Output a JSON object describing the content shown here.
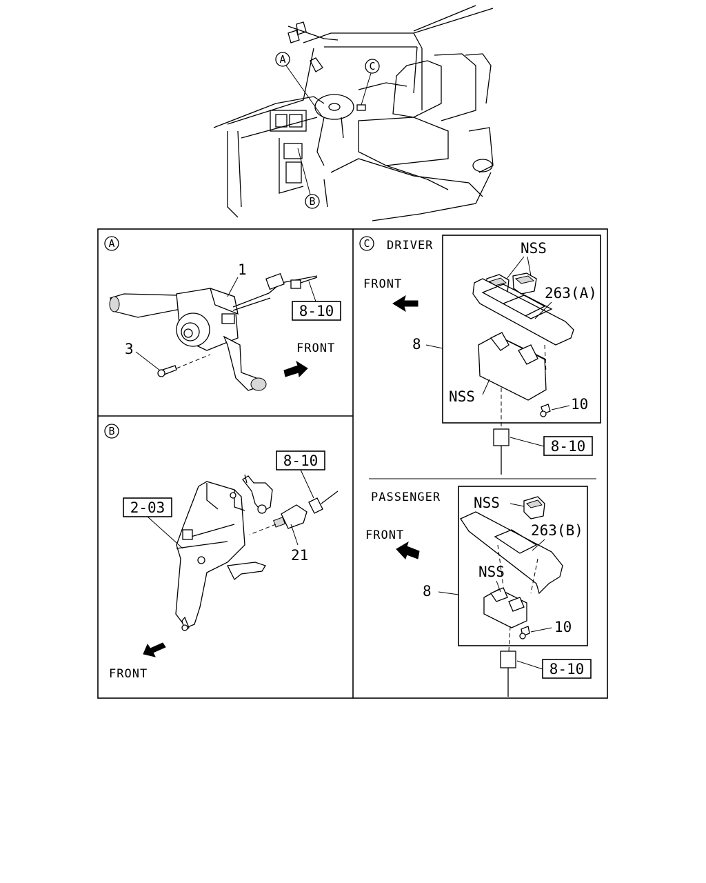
{
  "overview": {
    "callouts": [
      "A",
      "B",
      "C"
    ]
  },
  "panel_a": {
    "circle_label": "A",
    "part_1": "1",
    "part_3": "3",
    "ref_box": "8-10",
    "front": "FRONT"
  },
  "panel_b": {
    "circle_label": "B",
    "ref_box_upper": "8-10",
    "ref_box_left": "2-03",
    "part_21": "21",
    "front": "FRONT"
  },
  "panel_c": {
    "circle_label": "C",
    "driver": {
      "heading": "DRIVER",
      "front": "FRONT",
      "nss_top": "NSS",
      "nss_bottom": "NSS",
      "part_263": "263(A)",
      "part_8": "8",
      "part_10": "10",
      "ref_box": "8-10"
    },
    "passenger": {
      "heading": "PASSENGER",
      "front": "FRONT",
      "nss_top": "NSS",
      "nss_mid": "NSS",
      "part_263": "263(B)",
      "part_8": "8",
      "part_10": "10",
      "ref_box": "8-10"
    }
  }
}
